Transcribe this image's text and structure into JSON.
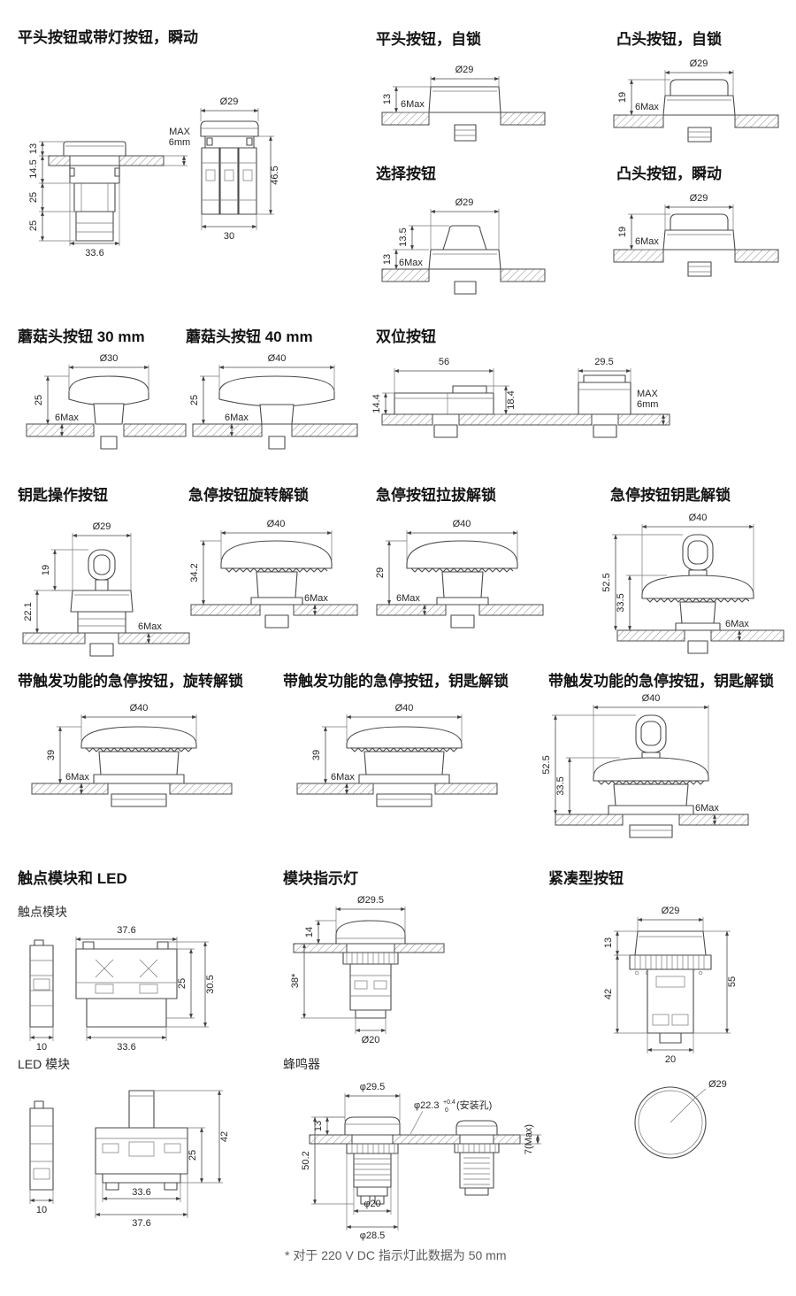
{
  "titles": {
    "flat_momentary": "平头按钮或带灯按钮，瞬动",
    "flat_latching": "平头按钮，自锁",
    "raised_latching": "凸头按钮，自锁",
    "selector": "选择按钮",
    "raised_momentary": "凸头按钮，瞬动",
    "mushroom30": "蘑菇头按钮 30 mm",
    "mushroom40": "蘑菇头按钮 40 mm",
    "double": "双位按钮",
    "key_operated": "钥匙操作按钮",
    "estop_rotary": "急停按钮旋转解锁",
    "estop_pull": "急停按钮拉拔解锁",
    "estop_key": "急停按钮钥匙解锁",
    "trigger_rotary": "带触发功能的急停按钮，旋转解锁",
    "trigger_key1": "带触发功能的急停按钮，钥匙解锁",
    "trigger_key2": "带触发功能的急停按钮，钥匙解锁",
    "contact_led": "触点模块和 LED",
    "module_indicator": "模块指示灯",
    "compact": "紧凑型按钮"
  },
  "sublabels": {
    "contact_module": "触点模块",
    "led_module": "LED 模块",
    "buzzer": "蜂鸣器"
  },
  "dims": {
    "flat_momentary": {
      "dia": "Ø29",
      "cap_h": "13",
      "collar_h": "14.5",
      "body1_h": "25",
      "body2_h": "25",
      "base_w": "33.6",
      "max1": "MAX",
      "max2": "6mm",
      "total_h": "46.5",
      "front_w": "30"
    },
    "flat_latching": {
      "dia": "Ø29",
      "cap_h": "13",
      "panel": "6Max"
    },
    "raised_latching": {
      "dia": "Ø29",
      "head_h": "19",
      "panel": "6Max"
    },
    "selector": {
      "dia": "Ø29",
      "knob_h": "13.5",
      "base_h": "13",
      "panel": "6Max"
    },
    "raised_momentary": {
      "dia": "Ø29",
      "head_h": "19",
      "panel": "6Max"
    },
    "mushroom30": {
      "dia": "Ø30",
      "cap_h": "25",
      "panel": "6Max"
    },
    "mushroom40": {
      "dia": "Ø40",
      "cap_h": "25",
      "panel": "6Max"
    },
    "double": {
      "w1": "56",
      "w2": "29.5",
      "h_left": "14.4",
      "h_right": "18.4",
      "max1": "MAX",
      "max2": "6mm"
    },
    "key_operated": {
      "dia": "Ø29",
      "key_h": "19",
      "body_h": "22.1",
      "panel": "6Max"
    },
    "estop_rotary": {
      "dia": "Ø40",
      "h": "34.2",
      "panel": "6Max"
    },
    "estop_pull": {
      "dia": "Ø40",
      "h": "29",
      "panel": "6Max"
    },
    "estop_key": {
      "dia": "Ø40",
      "total_h": "52.5",
      "cap_h": "33.5",
      "panel": "6Max"
    },
    "trigger_rotary": {
      "dia": "Ø40",
      "h": "39",
      "panel": "6Max"
    },
    "trigger_key1": {
      "dia": "Ø40",
      "h": "39",
      "panel": "6Max"
    },
    "trigger_key2": {
      "dia": "Ø40",
      "total_h": "52.5",
      "cap_h": "33.5",
      "panel": "6Max"
    },
    "contact_module": {
      "top_w": "37.6",
      "inner_h": "25",
      "outer_h": "30.5",
      "side_w": "10",
      "bottom_w": "33.6"
    },
    "module_indicator": {
      "dia": "Ø29.5",
      "cap_h": "14",
      "body_h": "38*",
      "bottom_dia": "Ø20"
    },
    "compact": {
      "dia": "Ø29",
      "cap_h": "13",
      "body_h": "42",
      "total_h": "55",
      "bottom_w": "20",
      "front_dia": "Ø29"
    },
    "led_module": {
      "total_h": "42",
      "body_h": "25",
      "side_w": "10",
      "inner_w": "33.6",
      "outer_w": "37.6"
    },
    "buzzer": {
      "dia": "φ29.5",
      "hole": "φ22.3",
      "hole_sup": "+0.4",
      "hole_sub": "0",
      "hole_note": "(安装孔)",
      "cap_h": "13",
      "total_h": "50.2",
      "panel": "7(Max)",
      "thread_dia": "φ20",
      "nut_dia": "φ28.5"
    }
  },
  "footnote": "* 对于 220 V DC 指示灯此数据为 50 mm"
}
